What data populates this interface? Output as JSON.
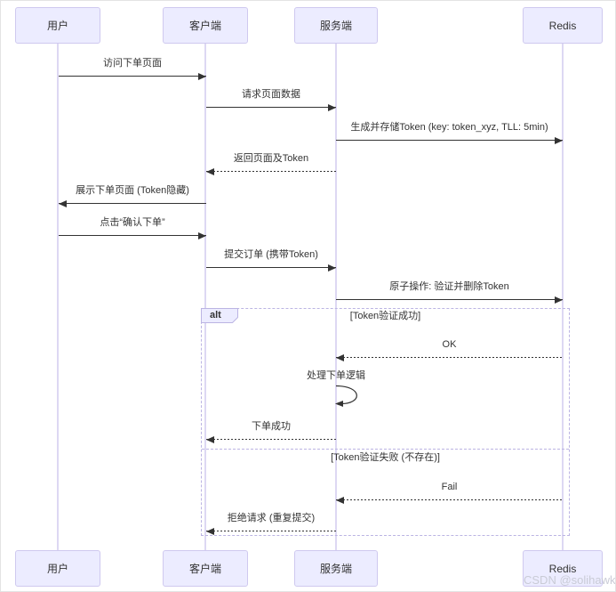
{
  "actors": [
    {
      "id": "user",
      "label": "用户"
    },
    {
      "id": "client",
      "label": "客户端"
    },
    {
      "id": "server",
      "label": "服务端"
    },
    {
      "id": "redis",
      "label": "Redis"
    }
  ],
  "messages": [
    {
      "label": "访问下单页面",
      "from": "用户",
      "to": "客户端",
      "line": "solid"
    },
    {
      "label": "请求页面数据",
      "from": "客户端",
      "to": "服务端",
      "line": "solid"
    },
    {
      "label": "生成并存储Token (key: token_xyz, TLL: 5min)",
      "from": "服务端",
      "to": "Redis",
      "line": "solid"
    },
    {
      "label": "返回页面及Token",
      "from": "服务端",
      "to": "客户端",
      "line": "dashed"
    },
    {
      "label": "展示下单页面 (Token隐藏)",
      "from": "客户端",
      "to": "用户",
      "line": "solid"
    },
    {
      "label": "点击“确认下单”",
      "from": "用户",
      "to": "客户端",
      "line": "solid"
    },
    {
      "label": "提交订单 (携带Token)",
      "from": "客户端",
      "to": "服务端",
      "line": "solid"
    },
    {
      "label": "原子操作: 验证并删除Token",
      "from": "服务端",
      "to": "Redis",
      "line": "solid"
    },
    {
      "label": "OK",
      "from": "Redis",
      "to": "服务端",
      "line": "dashed"
    },
    {
      "label": "处理下单逻辑",
      "from": "服务端",
      "to": "服务端",
      "line": "self"
    },
    {
      "label": "下单成功",
      "from": "服务端",
      "to": "客户端",
      "line": "dashed"
    },
    {
      "label": "Fail",
      "from": "Redis",
      "to": "服务端",
      "line": "dashed"
    },
    {
      "label": "拒绝请求 (重复提交)",
      "from": "服务端",
      "to": "客户端",
      "line": "dashed"
    }
  ],
  "alt_frame": {
    "operator": "alt",
    "condition_success": "[Token验证成功]",
    "condition_failure": "[Token验证失败 (不存在)]"
  },
  "watermark": "CSDN @solihawk",
  "colors": {
    "actor_fill": "#ECECFF",
    "actor_border": "#CFC9EF",
    "lifeline": "#DDD8F3",
    "signal": "#333333",
    "frame_border": "#BBB4E3",
    "watermark": "#C9CBD6"
  }
}
